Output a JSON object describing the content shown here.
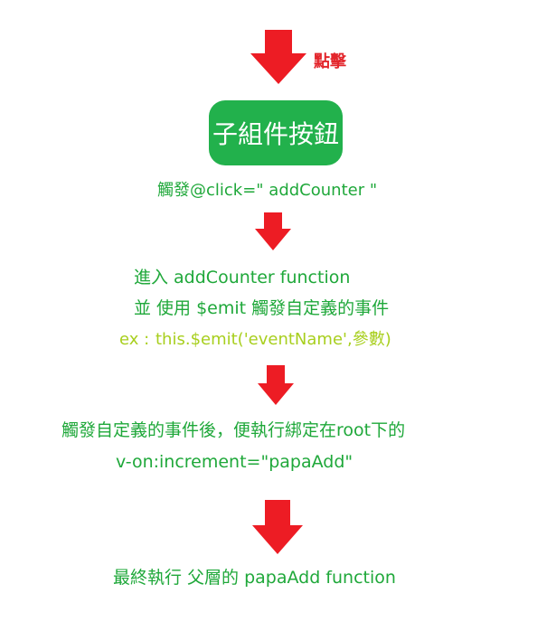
{
  "click_label": "點擊",
  "button_label": "子組件按鈕",
  "step1": "觸發@click=\" addCounter \"",
  "step2_line1": "進入 addCounter  function",
  "step2_line2": "並 使用 $emit 觸發自定義的事件",
  "step2_ex_prefix": "ex :",
  "step2_ex_code": "this.$emit('eventName',參數)",
  "step3_line1": "觸發自定義的事件後，便執行綁定在root下的",
  "step3_line2": "v-on:increment=\"papaAdd\"",
  "step4": "最終執行 父層的 papaAdd function",
  "colors": {
    "arrow": "#ed1c24",
    "button": "#22b14c",
    "text_green": "#1fa83a",
    "text_lime": "#a8cf1e",
    "text_red": "#e3262c"
  }
}
